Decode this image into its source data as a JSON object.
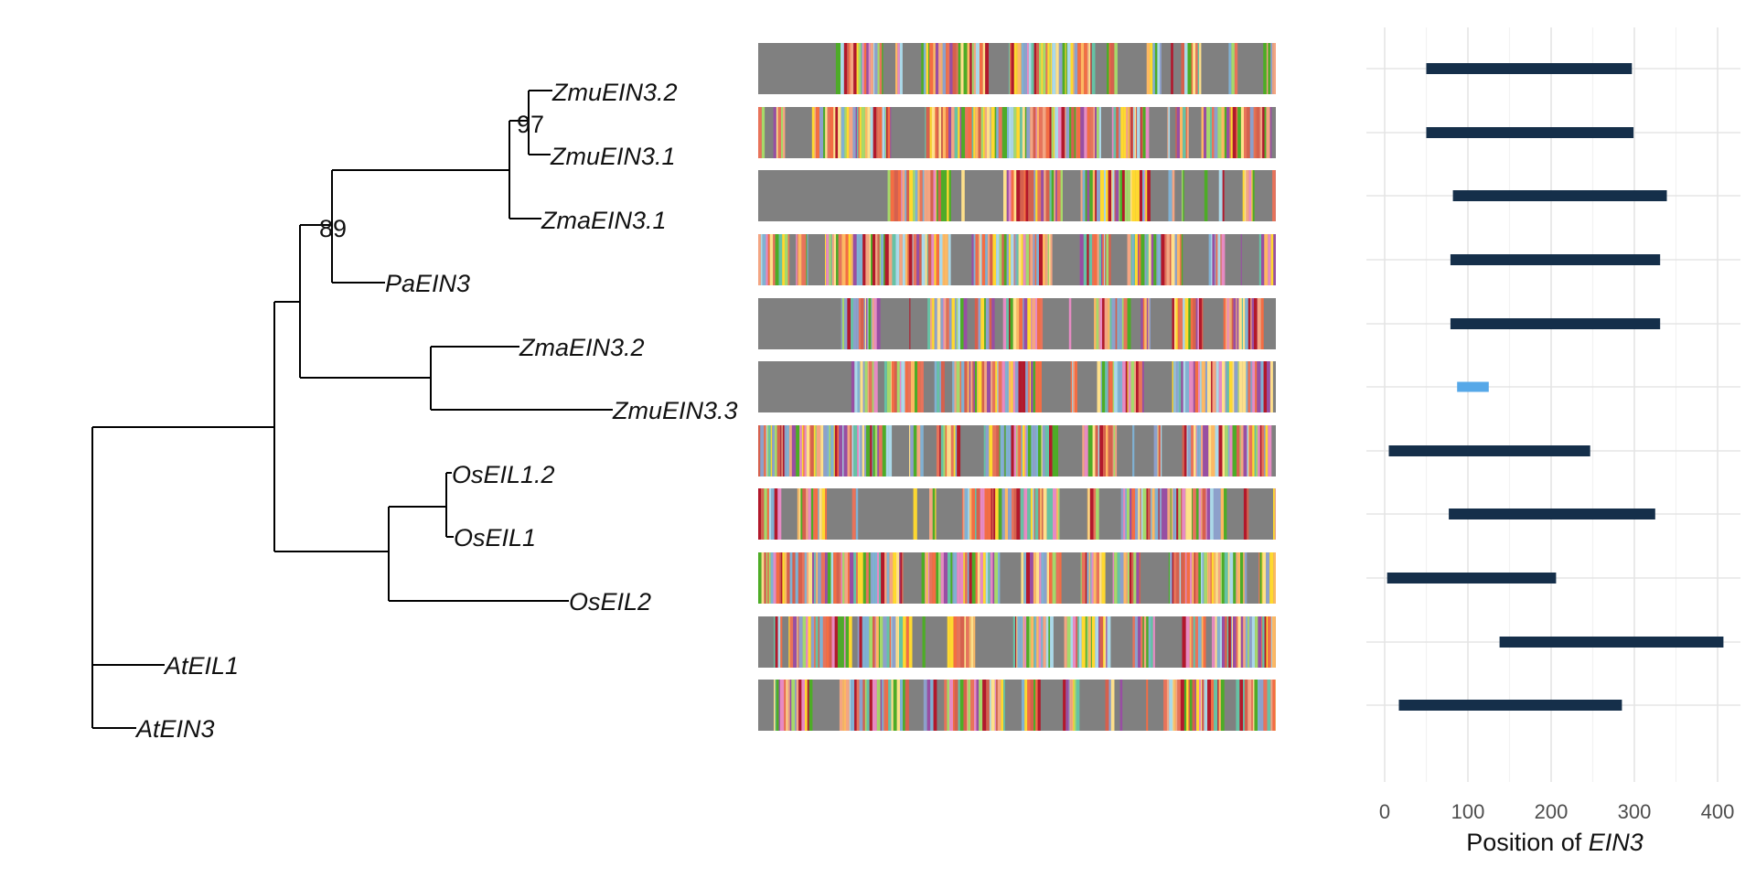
{
  "chart_data": [
    {
      "type": "tree",
      "tips": [
        {
          "name": "ZmuEIN3.2",
          "id": "zmu32"
        },
        {
          "name": "ZmuEIN3.1",
          "id": "zmu31"
        },
        {
          "name": "ZmaEIN3.1",
          "id": "zma31"
        },
        {
          "name": "PaEIN3",
          "id": "pa"
        },
        {
          "name": "ZmaEIN3.2",
          "id": "zma32"
        },
        {
          "name": "ZmuEIN3.3",
          "id": "zmu33"
        },
        {
          "name": "OsEIL1.2",
          "id": "oseil12"
        },
        {
          "name": "OsEIL1",
          "id": "oseil1"
        },
        {
          "name": "OsEIL2",
          "id": "oseil2"
        },
        {
          "name": "AtEIL1",
          "id": "ateil1"
        },
        {
          "name": "AtEIN3",
          "id": "atein3"
        }
      ],
      "bootstrap_labels": [
        {
          "value": "97",
          "node": "zmu31-zmu32"
        },
        {
          "value": "89",
          "node": "zmu-zma31-pa"
        }
      ]
    },
    {
      "type": "alignment",
      "rows": [
        "ZmuEIN3.2",
        "ZmuEIN3.1",
        "ZmaEIN3.1",
        "PaEIN3",
        "ZmaEIN3.2",
        "ZmuEIN3.3",
        "OsEIL1.2",
        "OsEIL1",
        "OsEIL2",
        "AtEIL1",
        "AtEIN3"
      ],
      "gap_color": "#808080",
      "leading_gap_fraction": [
        0.15,
        0.0,
        0.25,
        0.0,
        0.16,
        0.18,
        0.0,
        0.0,
        0.0,
        0.03,
        0.03
      ],
      "residue_palette": [
        "#e8735a",
        "#f4a582",
        "#66c2a5",
        "#fdb863",
        "#8da0cb",
        "#b2182b",
        "#a6d96a",
        "#fee08b",
        "#e78ac3",
        "#d6604d",
        "#4dac26",
        "#abd9e9",
        "#f46d43",
        "#984ea3",
        "#ffd92f",
        "#80b1d3"
      ]
    },
    {
      "type": "range",
      "rows": [
        "ZmuEIN3.2",
        "ZmuEIN3.1",
        "ZmaEIN3.1",
        "PaEIN3",
        "ZmaEIN3.2",
        "ZmuEIN3.3",
        "OsEIL1.2",
        "OsEIL1",
        "OsEIL2",
        "AtEIL1",
        "AtEIN3"
      ],
      "ranges": [
        [
          50,
          297
        ],
        [
          50,
          299
        ],
        [
          82,
          339
        ],
        [
          79,
          331
        ],
        [
          79,
          331
        ],
        [
          87,
          125
        ],
        [
          5,
          247
        ],
        [
          77,
          325
        ],
        [
          3,
          206
        ],
        [
          138,
          407
        ],
        [
          17,
          285
        ]
      ],
      "highlight": [
        false,
        false,
        false,
        false,
        false,
        true,
        false,
        false,
        false,
        false,
        false
      ],
      "colors": {
        "normal": "#152f4a",
        "highlight": "#56a8e8"
      },
      "xlim": [
        -20,
        430
      ],
      "xticks": [
        0,
        100,
        200,
        300,
        400
      ],
      "xlabel_prefix": "Position of ",
      "xlabel_italic": "EIN3",
      "grid": true
    }
  ]
}
